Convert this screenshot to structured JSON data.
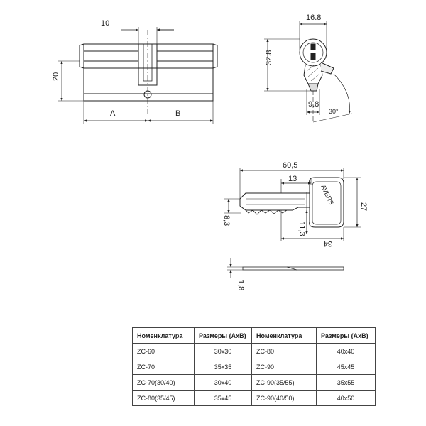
{
  "cylinder_front": {
    "dim_top": "10",
    "dim_height": "20",
    "label_a": "A",
    "label_b": "B"
  },
  "cylinder_side": {
    "dim_width": "16.8",
    "dim_height": "32.8",
    "dim_cam": "9.8",
    "dim_angle": "30°"
  },
  "key": {
    "dim_length": "60,5",
    "dim_blade": "13",
    "dim_head_height": "27",
    "dim_blade_height": "8,3",
    "dim_inner": "11,3",
    "dim_bottom": "34",
    "dim_thickness": "1,8",
    "brand": "AVERS"
  },
  "table": {
    "headers": [
      "Номенклатура",
      "Размеры (АхВ)",
      "Номенклатура",
      "Размеры (АхВ)"
    ],
    "rows": [
      [
        "ZC-60",
        "30х30",
        "ZC-80",
        "40х40"
      ],
      [
        "ZC-70",
        "35х35",
        "ZC-90",
        "45х45"
      ],
      [
        "ZC-70(30/40)",
        "30х40",
        "ZC-90(35/55)",
        "35х55"
      ],
      [
        "ZC-80(35/45)",
        "35х45",
        "ZC-90(40/50)",
        "40х50"
      ]
    ]
  }
}
